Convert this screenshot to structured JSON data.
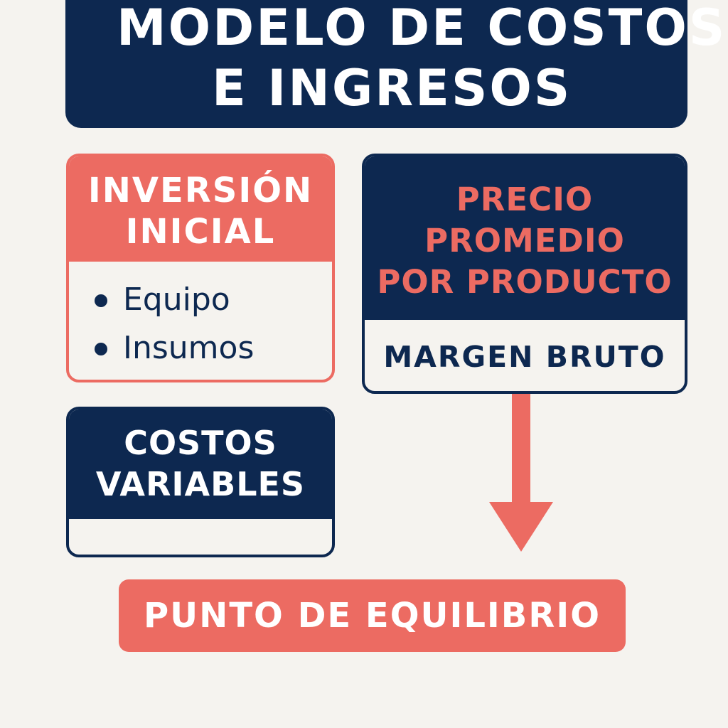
{
  "title": {
    "line1": "MODELO DE COSTOS",
    "line2": "E INGRESOS"
  },
  "inversion": {
    "title_line1": "INVERSIÓN",
    "title_line2": "INICIAL",
    "items": [
      "Equipo",
      "Insumos"
    ]
  },
  "precio": {
    "title_line1": "PRECIO",
    "title_line2": "PROMEDIO",
    "title_line3": "POR PRODUCTO",
    "subtitle": "MARGEN BRUTO"
  },
  "costos": {
    "title_line1": "COSTOS",
    "title_line2": "VARIABLES"
  },
  "punto": {
    "label": "PUNTO DE EQUILIBRIO"
  },
  "colors": {
    "navy": "#0d2850",
    "coral": "#ec6b62",
    "background": "#f5f3ef"
  }
}
